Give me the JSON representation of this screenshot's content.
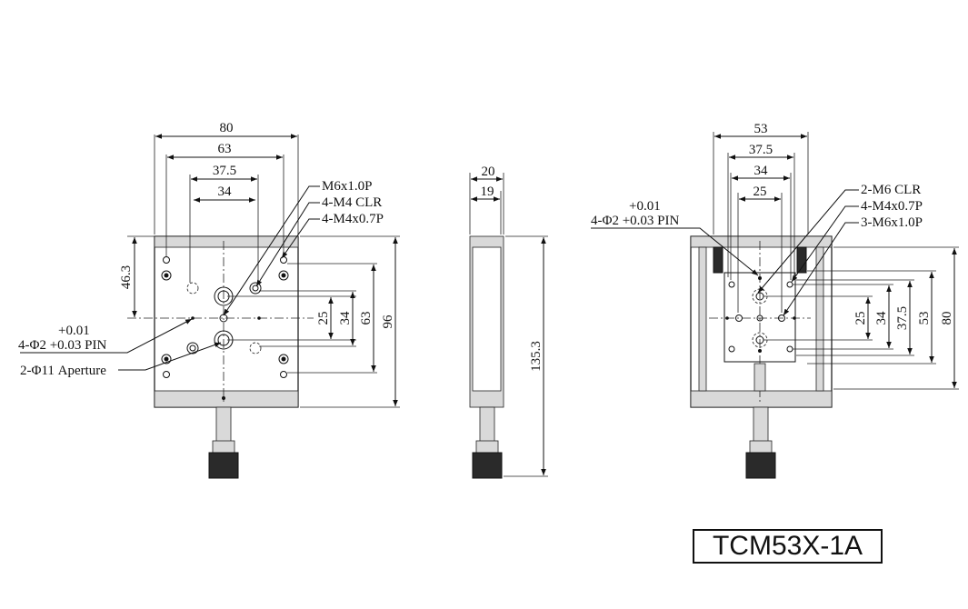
{
  "model": "TCM53X-1A",
  "top_view": {
    "dims_horizontal": [
      "80",
      "63",
      "37.5",
      "34"
    ],
    "dims_vertical_left": [
      "46.3"
    ],
    "dims_vertical_right": [
      "25",
      "34",
      "63",
      "96"
    ],
    "callouts": {
      "m6": "M6x1.0P",
      "m4_clr": "4-M4 CLR",
      "m4_tap": "4-M4x0.7P",
      "pin_tol": "+0.01",
      "pin": "4-Φ2 +0.03 PIN",
      "aperture": "2-Φ11 Aperture"
    }
  },
  "side_view": {
    "dims_horizontal": [
      "20",
      "19"
    ],
    "dims_vertical": [
      "135.3"
    ]
  },
  "bottom_view": {
    "dims_horizontal": [
      "53",
      "37.5",
      "34",
      "25"
    ],
    "dims_vertical": [
      "25",
      "34",
      "37.5",
      "53",
      "80"
    ],
    "callouts": {
      "pin_tol": "+0.01",
      "pin": "4-Φ2 +0.03 PIN",
      "m6_clr": "2-M6 CLR",
      "m4_tap": "4-M4x0.7P",
      "m6_tap": "3-M6x1.0P"
    }
  }
}
